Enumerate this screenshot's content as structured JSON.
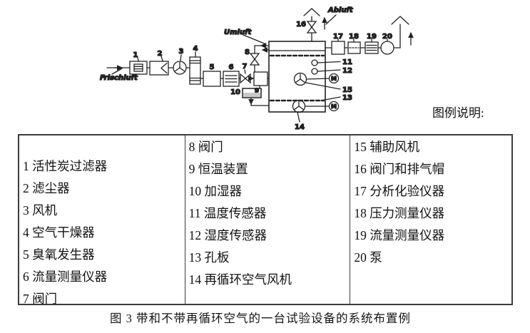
{
  "legend_title": "图例说明:",
  "caption": "图 3 带和不带再循环空气的一台试验设备的系统布置例",
  "diagram": {
    "air_labels": {
      "fresh": "Frischluft",
      "recirc": "Umluft",
      "exhaust": "Abluft"
    },
    "motor_symbol": "M",
    "numbers": {
      "n1": "1",
      "n2": "2",
      "n3": "3",
      "n4": "4",
      "n5": "5",
      "n6": "6",
      "n7": "7",
      "n8": "8",
      "n9": "9",
      "n10": "10",
      "n11": "11",
      "n12": "12",
      "n13": "13",
      "n14": "14",
      "n15": "15",
      "n16": "16",
      "n17": "17",
      "n18": "18",
      "n19": "19",
      "n20": "20"
    }
  },
  "table": {
    "columns": [
      {
        "items": [
          "1 活性炭过滤器",
          "2 滤尘器",
          "3 风机",
          "4 空气干燥器",
          "5 臭氧发生器",
          "6 流量测量仪器",
          "7 阀门"
        ]
      },
      {
        "items": [
          "8 阀门",
          "9 恒温装置",
          "10 加湿器",
          "11 温度传感器",
          "12 湿度传感器",
          "13 孔板",
          "14 再循环空气风机"
        ]
      },
      {
        "items": [
          "15 辅助风机",
          "16 阀门和排气帽",
          "17 分析化验仪器",
          "18 压力测量仪器",
          "19 流量测量仪器",
          "20 泵"
        ]
      }
    ]
  }
}
